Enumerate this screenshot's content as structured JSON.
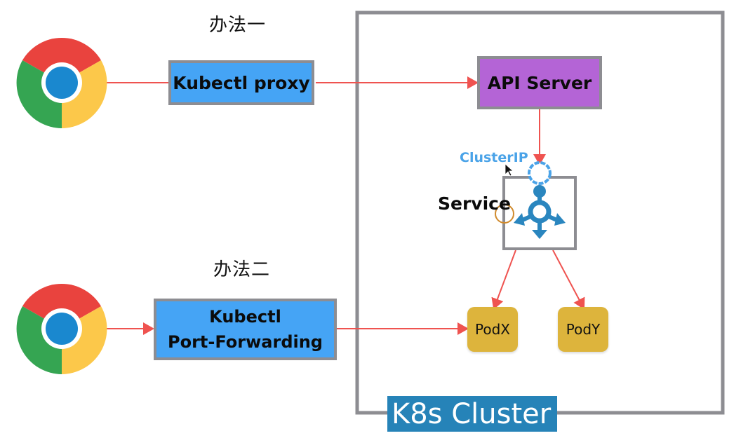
{
  "methods": [
    {
      "heading": "办法一",
      "client_icon": "chrome-icon",
      "tool_label": "Kubectl proxy",
      "target": "API Server"
    },
    {
      "heading": "办法二",
      "client_icon": "chrome-icon",
      "tool_label_line1": "Kubectl",
      "tool_label_line2": "Port-Forwarding",
      "target": "PodX"
    }
  ],
  "cluster": {
    "label": "K8s Cluster",
    "api_server_label": "API Server",
    "service_label": "Service",
    "cluster_ip_label": "ClusterIP",
    "service_icon": "service-icon",
    "pods": [
      "PodX",
      "PodY"
    ]
  },
  "colors": {
    "tool_box": "#45a4f5",
    "api_server": "#b464d6",
    "pod": "#ddb43c",
    "arrow": "#ef5350",
    "border": "#8d8d92",
    "cluster_label_bg": "#2683b8",
    "cluster_ip_text": "#4aa3e8",
    "service_icon": "#2a86bf"
  }
}
